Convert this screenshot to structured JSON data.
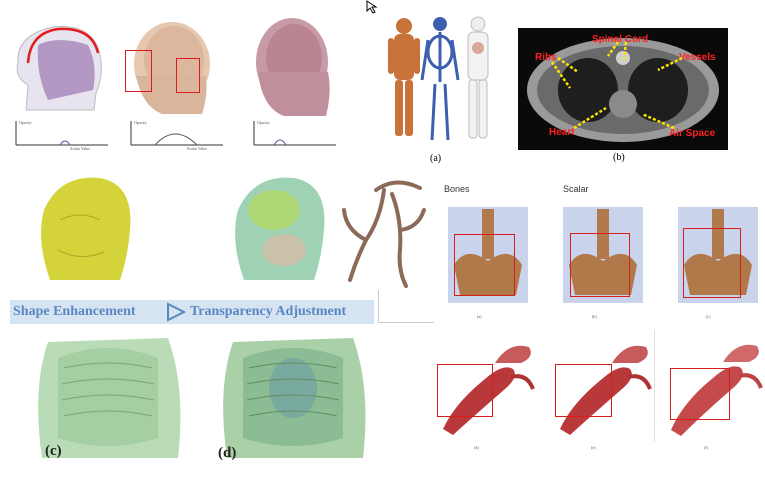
{
  "colors": {
    "annotation": "#ff2020",
    "banner_bg": "#d6e3f1",
    "banner_text": "#5b86c4",
    "highlight_box": "#d91c1c"
  },
  "plot_labels": {
    "opacity": "Opacity",
    "scalar_value": "Scalar Value"
  },
  "panel_labels": {
    "a_top": "(a)",
    "b_top": "(b)",
    "c_left": "(c)",
    "d_left": "(d)",
    "a_small": "(a)",
    "b_small": "(b)",
    "c_small": "(c)",
    "d_small": "(d)",
    "e_small": "(e)",
    "f_small": "(f)"
  },
  "ct_annotations": {
    "spinal_cord": "Spinal Cord",
    "ribs": "Ribs",
    "vessels": "Vessels",
    "heart": "Heart",
    "air_space": "Air Space"
  },
  "pelvis_headers": {
    "bones": "Bones",
    "scalar": "Scalar"
  },
  "banner": {
    "step1": "Shape Enhancement",
    "step2": "Transparency Adjustment"
  },
  "cursor_icon": "arrow-cursor-icon"
}
